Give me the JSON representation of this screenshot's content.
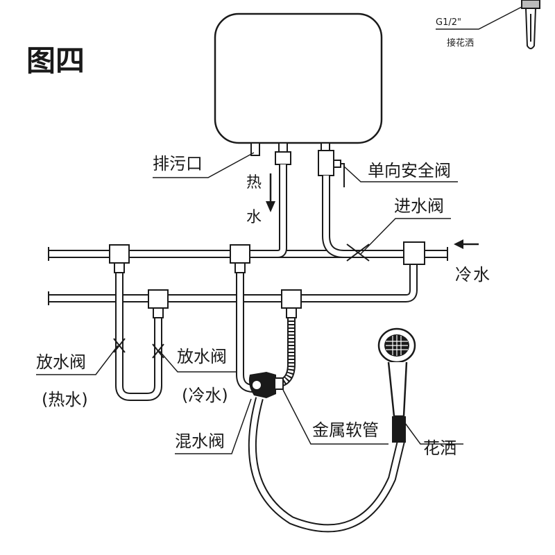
{
  "figure": {
    "title": "图四"
  },
  "labels": {
    "drain_outlet": "排污口",
    "hot_water_char1": "热",
    "hot_water_char2": "水",
    "safety_valve": "单向安全阀",
    "inlet_valve": "进水阀",
    "cold_water_char1": "冷",
    "cold_water_char2": "水",
    "drain_valve_hot": "放水阀",
    "drain_valve_hot_note": "(热水)",
    "drain_valve_cold": "放水阀",
    "drain_valve_cold_note": "(冷水)",
    "mixing_valve": "混水阀",
    "metal_hose": "金属软管",
    "shower_head": "花洒",
    "inset_thread": "G1/2\"",
    "inset_note": "接花洒"
  }
}
